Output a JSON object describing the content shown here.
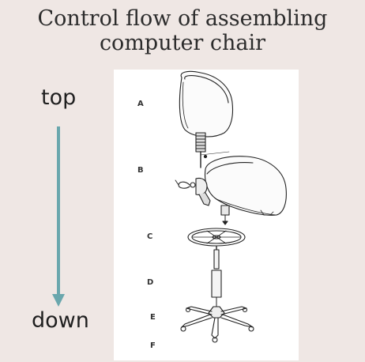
{
  "title": {
    "line1": "Control flow of  assembling",
    "line2": "computer chair"
  },
  "direction": {
    "top_label": "top",
    "bottom_label": "down",
    "arrow_color": "#6aa7ad"
  },
  "steps": [
    {
      "letter": "A"
    },
    {
      "letter": "B"
    },
    {
      "letter": "C"
    },
    {
      "letter": "D"
    },
    {
      "letter": "E"
    },
    {
      "letter": "F"
    }
  ]
}
